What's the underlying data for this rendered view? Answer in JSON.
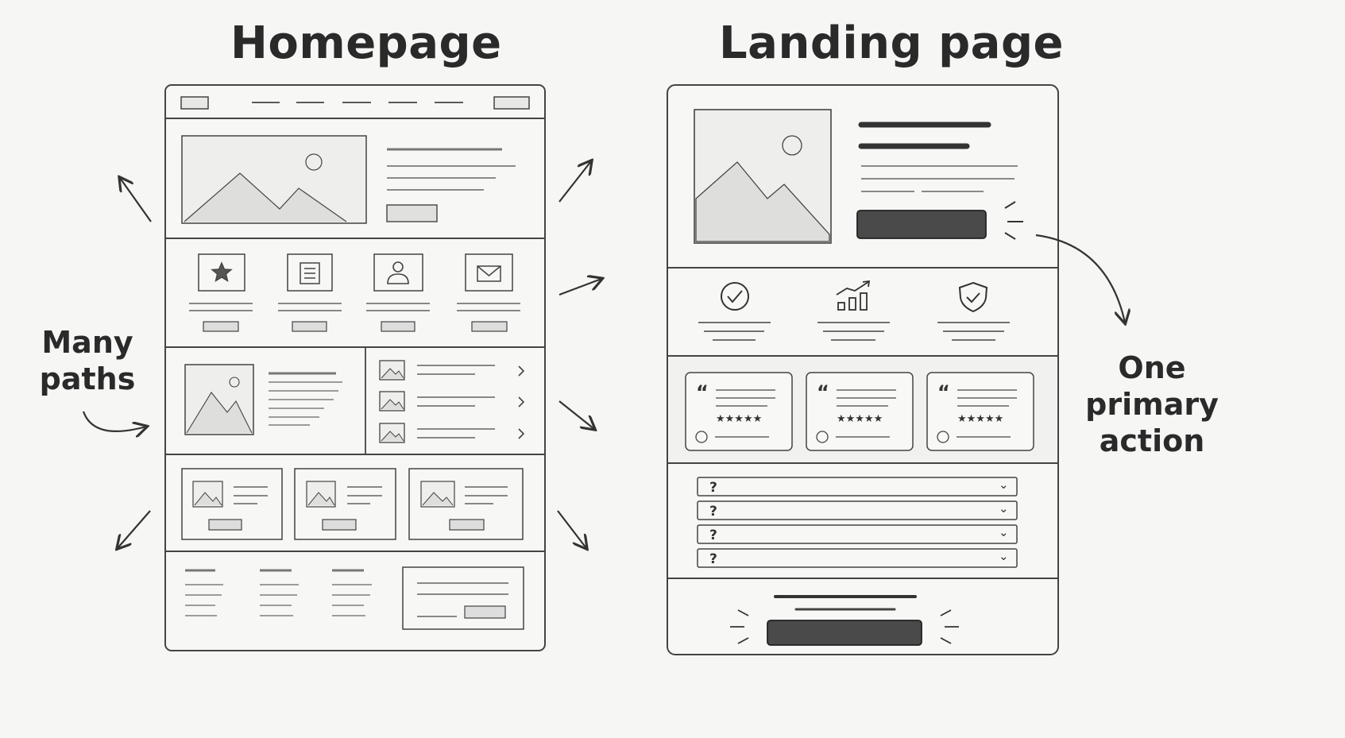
{
  "homepage": {
    "title": "Homepage",
    "note": "Many paths",
    "nav_icons": [
      "logo-placeholder",
      "nav-button-placeholder"
    ],
    "feature_icons": [
      "star-icon",
      "document-icon",
      "user-icon",
      "mail-icon"
    ],
    "list_chevron": "›"
  },
  "landing": {
    "title": "Landing page",
    "note": "One primary action",
    "benefit_icons": [
      "check-circle-icon",
      "growth-chart-icon",
      "shield-check-icon"
    ],
    "quote_mark": "“",
    "rating": "★★★★★",
    "faq_marker": "?",
    "faq_chevron": "⌄",
    "faq_count": 4
  },
  "colors": {
    "ink": "#333333",
    "paper": "#f6f6f4",
    "primary_cta": "#4a4a4a",
    "image_fill": "#eeeeec"
  }
}
